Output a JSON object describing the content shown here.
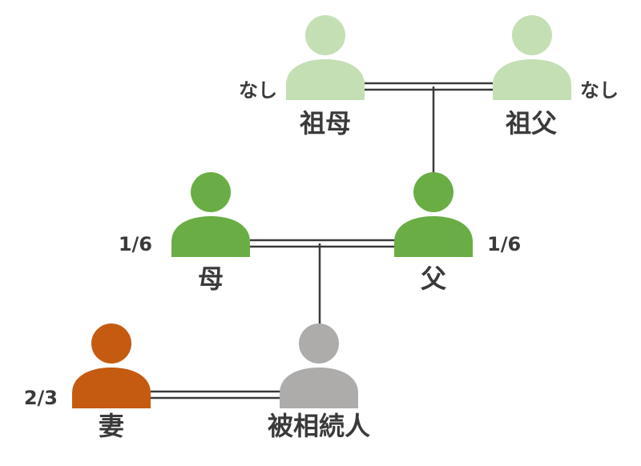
{
  "people": {
    "grandmother": {
      "label": "祖母",
      "share": "なし",
      "color": "#c5dfb5"
    },
    "grandfather": {
      "label": "祖父",
      "share": "なし",
      "color": "#c5dfb5"
    },
    "mother": {
      "label": "母",
      "share": "1/6",
      "color": "#6aad45"
    },
    "father": {
      "label": "父",
      "share": "1/6",
      "color": "#6aad45"
    },
    "wife": {
      "label": "妻",
      "share": "2/3",
      "color": "#c55a11"
    },
    "deceased": {
      "label": "被相続人",
      "color": "#aeabab"
    }
  },
  "line_color": "#3a3a3a"
}
